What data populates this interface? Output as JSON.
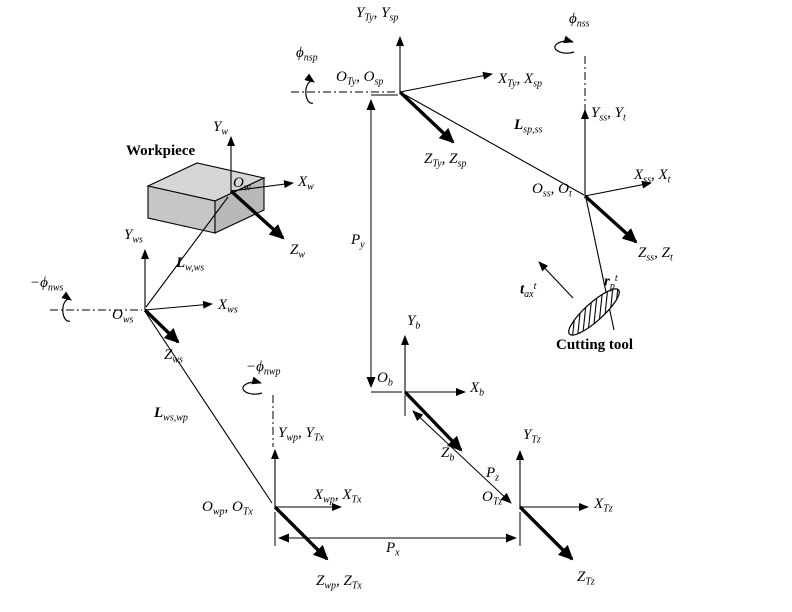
{
  "figure": {
    "workpiece_label": "Workpiece",
    "cutting_tool_label": "Cutting tool"
  },
  "colors": {
    "stroke": "#000000",
    "background": "#ffffff",
    "workpiece_top": "#d6d6d6",
    "workpiece_front": "#c6c6c6",
    "workpiece_side": "#b9b9b9"
  },
  "labels": {
    "y_ty_sp": [
      {
        "t": "Y",
        "s": "Ty"
      },
      {
        "t": ", Y",
        "s": "sp"
      }
    ],
    "phi_nsp": [
      {
        "t": "ϕ",
        "s": "nsp"
      }
    ],
    "o_ty_sp": [
      {
        "t": "O",
        "s": "Ty"
      },
      {
        "t": ", O",
        "s": "sp"
      }
    ],
    "x_ty_sp": [
      {
        "t": "X",
        "s": "Ty"
      },
      {
        "t": ", X",
        "s": "sp"
      }
    ],
    "z_ty_sp": [
      {
        "t": "Z",
        "s": "Ty"
      },
      {
        "t": ", Z",
        "s": "sp"
      }
    ],
    "l_sp_ss": [
      {
        "t": "L",
        "s": "sp,ss"
      }
    ],
    "phi_nss": [
      {
        "t": "ϕ",
        "s": "nss"
      }
    ],
    "y_ss_t": [
      {
        "t": "Y",
        "s": "ss"
      },
      {
        "t": ", Y",
        "s": "t"
      }
    ],
    "o_ss_t": [
      {
        "t": "O",
        "s": "ss"
      },
      {
        "t": ", O",
        "s": "t"
      }
    ],
    "x_ss_t": [
      {
        "t": "X",
        "s": "ss"
      },
      {
        "t": ", X",
        "s": "t"
      }
    ],
    "z_ss_t": [
      {
        "t": "Z",
        "s": "ss"
      },
      {
        "t": ", Z",
        "s": "t"
      }
    ],
    "r_p_t": [
      {
        "t": "r",
        "s": "p",
        "p": "t"
      }
    ],
    "t_ax_t": [
      {
        "t": "t",
        "s": "ax",
        "p": "t"
      }
    ],
    "o_w": [
      {
        "t": "O",
        "s": "w"
      }
    ],
    "y_w": [
      {
        "t": "Y",
        "s": "w"
      }
    ],
    "x_w": [
      {
        "t": "X",
        "s": "w"
      }
    ],
    "z_w": [
      {
        "t": "Z",
        "s": "w"
      }
    ],
    "l_w_ws": [
      {
        "t": "L",
        "s": "w,ws"
      }
    ],
    "neg_phi_nws": [
      {
        "t": "−ϕ",
        "s": "nws"
      }
    ],
    "o_ws": [
      {
        "t": "O",
        "s": "ws"
      }
    ],
    "y_ws": [
      {
        "t": "Y",
        "s": "ws"
      }
    ],
    "x_ws": [
      {
        "t": "X",
        "s": "ws"
      }
    ],
    "z_ws": [
      {
        "t": "Z",
        "s": "ws"
      }
    ],
    "l_ws_wp": [
      {
        "t": "L",
        "s": "ws,wp"
      }
    ],
    "neg_phi_nwp": [
      {
        "t": "−ϕ",
        "s": "nwp"
      }
    ],
    "y_wp_tx": [
      {
        "t": "Y",
        "s": "wp"
      },
      {
        "t": ", Y",
        "s": "Tx"
      }
    ],
    "o_wp_tx": [
      {
        "t": "O",
        "s": "wp"
      },
      {
        "t": ", O",
        "s": "Tx"
      }
    ],
    "x_wp_tx": [
      {
        "t": "X",
        "s": "wp"
      },
      {
        "t": ", X",
        "s": "Tx"
      }
    ],
    "z_wp_tx": [
      {
        "t": "Z",
        "s": "wp"
      },
      {
        "t": ", Z",
        "s": "Tx"
      }
    ],
    "p_x": [
      {
        "t": "P",
        "s": "x"
      }
    ],
    "p_y": [
      {
        "t": "P",
        "s": "y"
      }
    ],
    "p_z": [
      {
        "t": "P",
        "s": "z"
      }
    ],
    "y_b": [
      {
        "t": "Y",
        "s": "b"
      }
    ],
    "o_b": [
      {
        "t": "O",
        "s": "b"
      }
    ],
    "x_b": [
      {
        "t": "X",
        "s": "b"
      }
    ],
    "z_b": [
      {
        "t": "Z",
        "s": "b"
      }
    ],
    "y_tz": [
      {
        "t": "Y",
        "s": "Tz"
      }
    ],
    "o_tz": [
      {
        "t": "O",
        "s": "Tz"
      }
    ],
    "x_tz": [
      {
        "t": "X",
        "s": "Tz"
      }
    ],
    "z_tz": [
      {
        "t": "Z",
        "s": "Tz"
      }
    ]
  }
}
